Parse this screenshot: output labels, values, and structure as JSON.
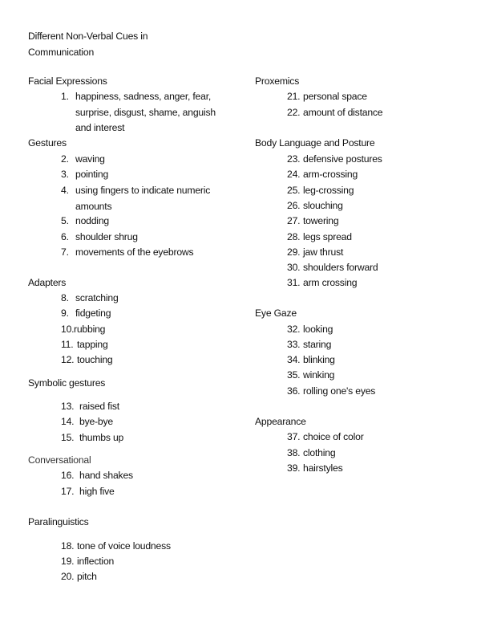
{
  "document": {
    "title_line1": "Different Non-Verbal Cues in",
    "title_line2": "Communication",
    "sections": [
      {
        "heading": "Facial Expressions",
        "items": [
          {
            "num": "1.",
            "text": "happiness, sadness, anger, fear, surprise, disgust, shame, anguish and interest"
          }
        ]
      },
      {
        "heading": "Gestures",
        "items": [
          {
            "num": "2.",
            "text": "waving"
          },
          {
            "num": "3.",
            "text": "pointing"
          },
          {
            "num": "4.",
            "text": "using fingers to indicate numeric amounts"
          },
          {
            "num": "5.",
            "text": "nodding"
          },
          {
            "num": "6.",
            "text": "shoulder shrug"
          },
          {
            "num": "7.",
            "text": "movements of the eyebrows"
          }
        ]
      },
      {
        "heading": "Adapters",
        "items": [
          {
            "num": "8.",
            "text": "scratching"
          },
          {
            "num": "9.",
            "text": "fidgeting"
          },
          {
            "num": "10.",
            "text": "rubbing"
          },
          {
            "num": "11.",
            "text": "tapping"
          },
          {
            "num": "12.",
            "text": "touching"
          }
        ]
      },
      {
        "heading": "Symbolic gestures",
        "items": [
          {
            "num": "13.",
            "text": "raised fist"
          },
          {
            "num": "14.",
            "text": "bye-bye"
          },
          {
            "num": "15.",
            "text": "thumbs up"
          }
        ]
      },
      {
        "heading": "Conversational",
        "items": [
          {
            "num": "16.",
            "text": "hand shakes"
          },
          {
            "num": "17.",
            "text": "high five"
          }
        ]
      },
      {
        "heading": "Paralinguistics",
        "items": [
          {
            "num": "18.",
            "text": "tone of voice loudness"
          },
          {
            "num": "19.",
            "text": "inflection"
          },
          {
            "num": "20.",
            "text": "pitch"
          }
        ]
      },
      {
        "heading": "Proxemics",
        "items": [
          {
            "num": "21.",
            "text": "personal space"
          },
          {
            "num": "22.",
            "text": "amount of distance"
          }
        ]
      },
      {
        "heading": "Body Language and Posture",
        "items": [
          {
            "num": "23.",
            "text": "defensive postures"
          },
          {
            "num": "24.",
            "text": "arm-crossing"
          },
          {
            "num": "25.",
            "text": "leg-crossing"
          },
          {
            "num": "26.",
            "text": "slouching"
          },
          {
            "num": "27.",
            "text": "towering"
          },
          {
            "num": "28.",
            "text": "legs spread"
          },
          {
            "num": "29.",
            "text": "jaw thrust"
          },
          {
            "num": "30.",
            "text": "shoulders forward"
          },
          {
            "num": "31.",
            "text": "arm crossing"
          }
        ]
      },
      {
        "heading": "Eye Gaze",
        "items": [
          {
            "num": "32.",
            "text": "looking"
          },
          {
            "num": "33.",
            "text": "staring"
          },
          {
            "num": "34.",
            "text": "blinking"
          },
          {
            "num": "35.",
            "text": "winking"
          },
          {
            "num": "36.",
            "text": "rolling one's eyes"
          }
        ]
      },
      {
        "heading": "Appearance",
        "items": [
          {
            "num": "37.",
            "text": "choice of color"
          },
          {
            "num": "38.",
            "text": "clothing"
          },
          {
            "num": "39.",
            "text": "hairstyles"
          }
        ]
      }
    ]
  }
}
